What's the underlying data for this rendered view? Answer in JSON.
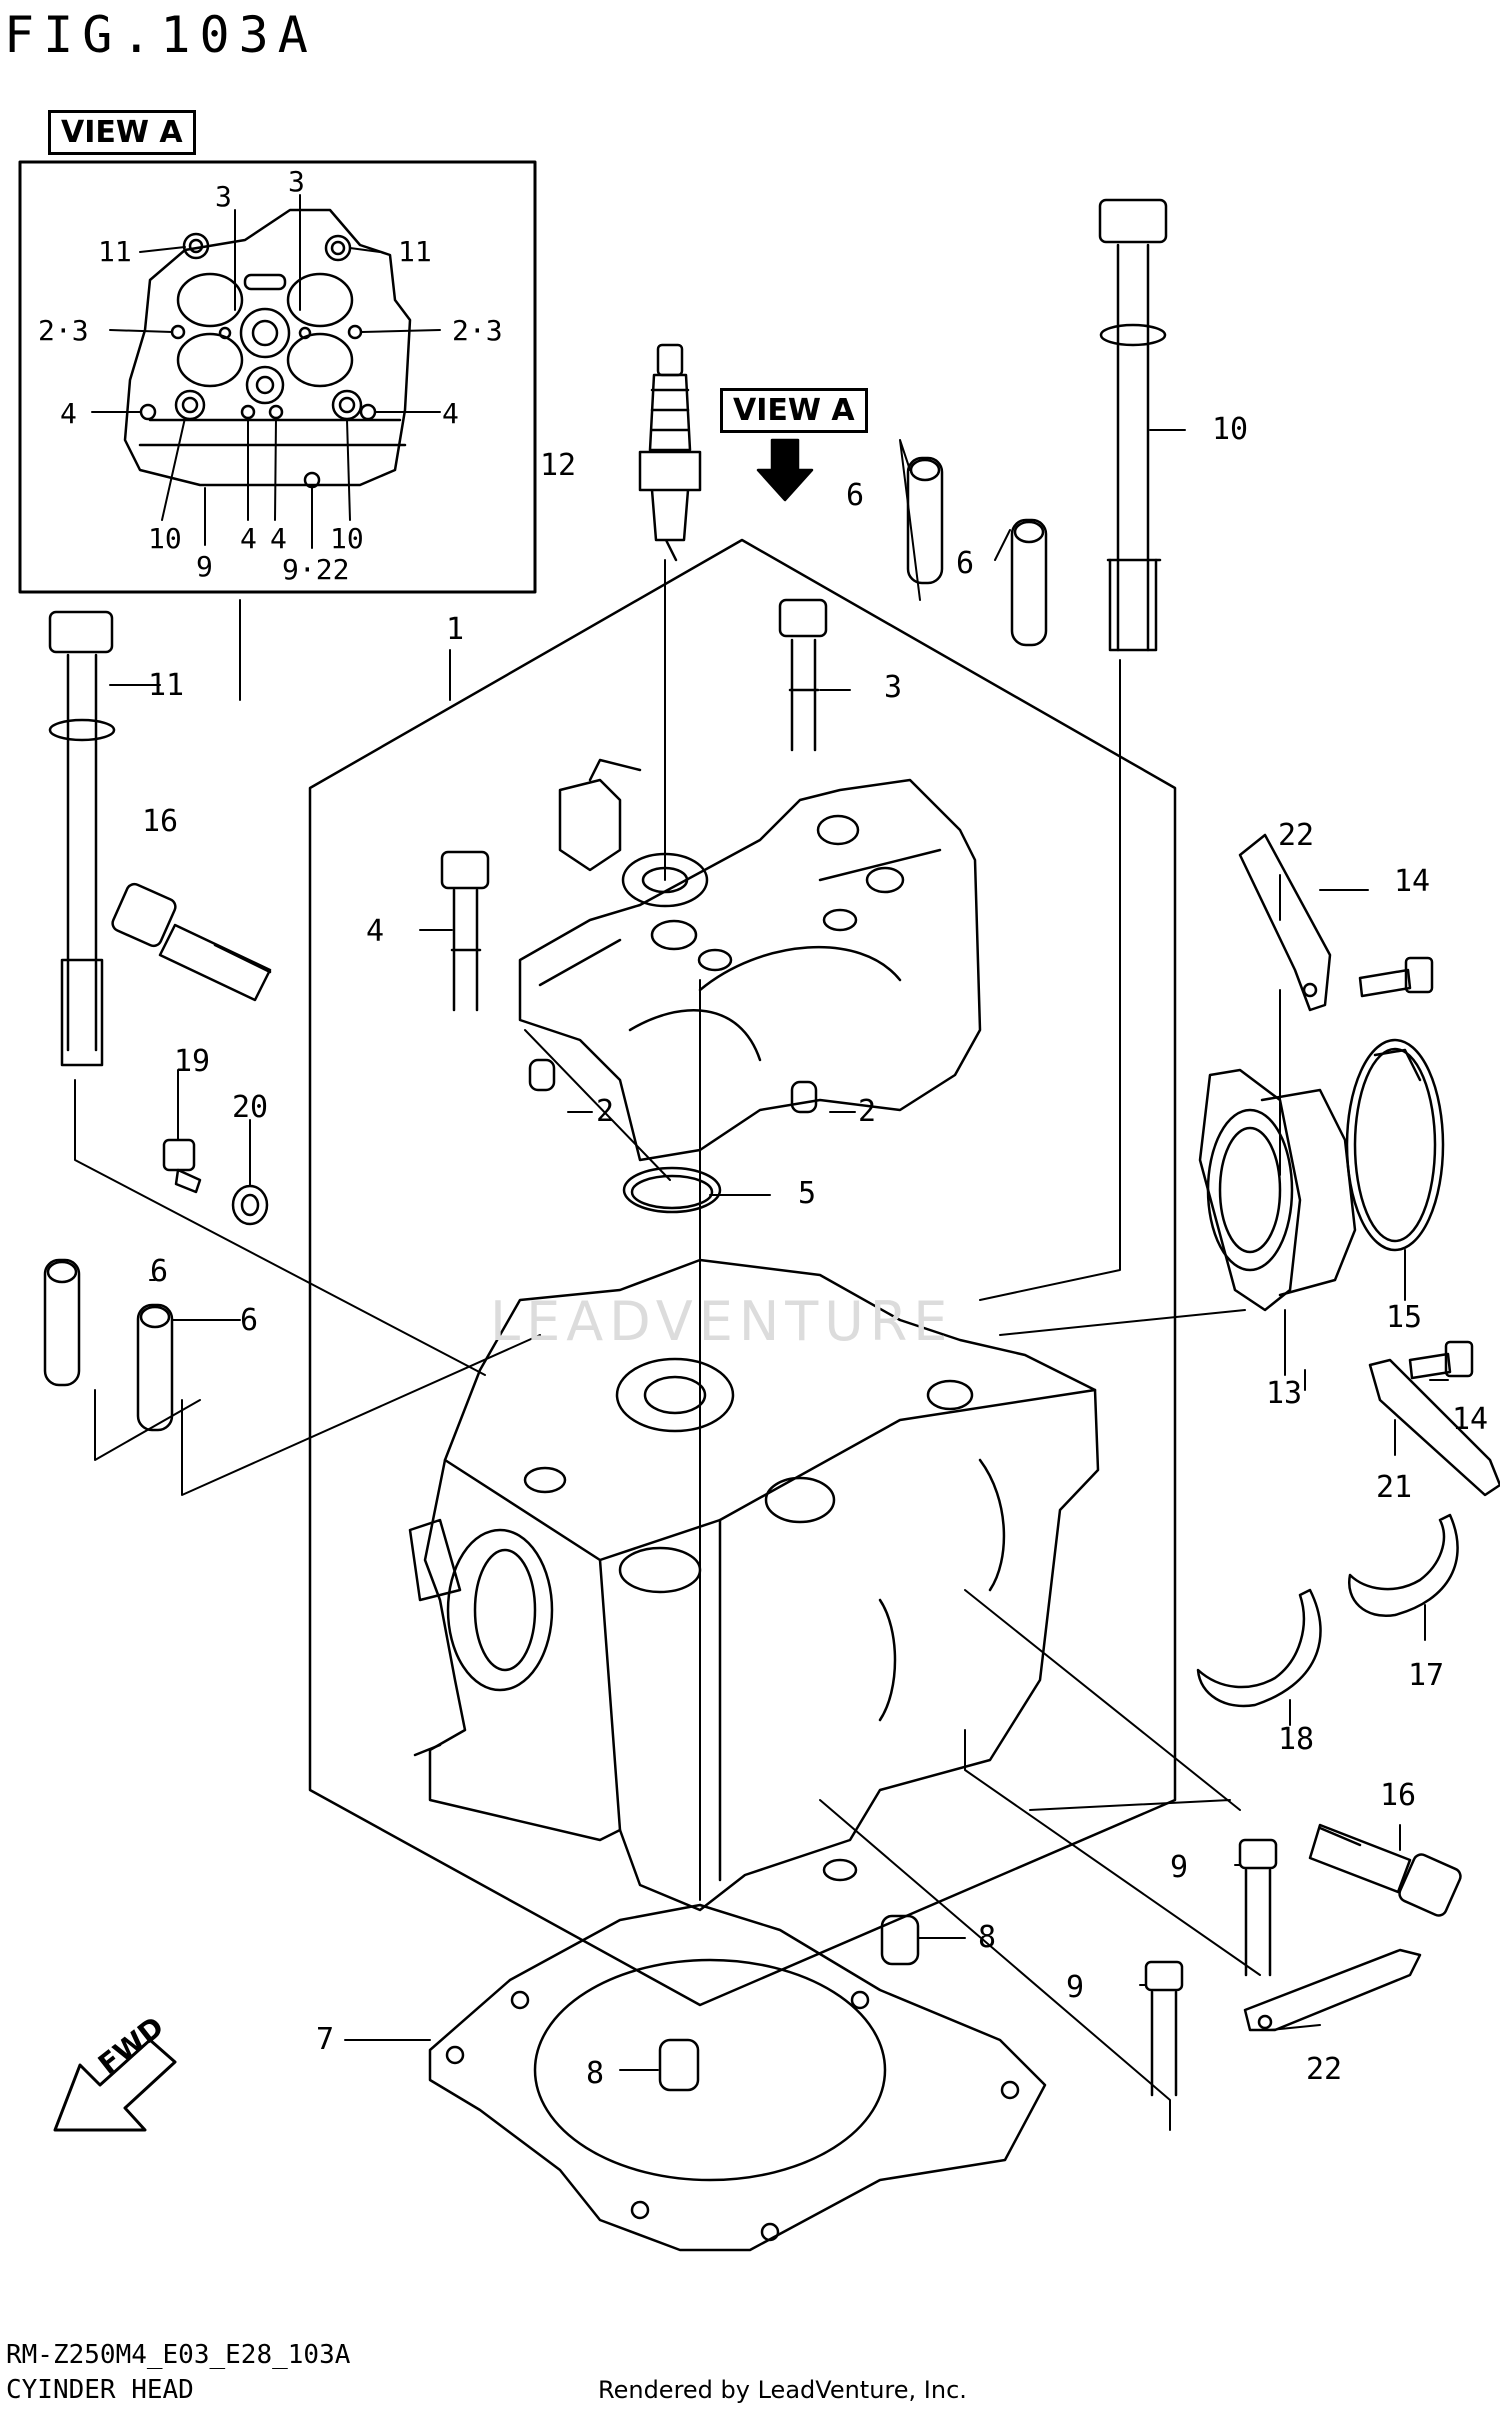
{
  "figure": {
    "title": "FIG.103A",
    "view_label": "VIEW A",
    "view_arrow_label": "VIEW A",
    "direction_label": "FWD",
    "diagram_code": "RM-Z250M4_E03_E28_103A",
    "diagram_name": "CYINDER HEAD",
    "credit": "Rendered by LeadVenture, Inc.",
    "watermark": "LEADVENTURE"
  },
  "inset_callouts": {
    "c3_left": "3",
    "c3_right": "3",
    "c11_left": "11",
    "c11_right": "11",
    "c23_left": "2·3",
    "c23_right": "2·3",
    "c4_left": "4",
    "c4_right": "4",
    "c10_a": "10",
    "c4_a": "4",
    "c4_b": "4",
    "c10_b": "10",
    "c9": "9",
    "c9_22": "9·22"
  },
  "callouts": {
    "p1": "1",
    "p2_left": "2",
    "p2_right": "2",
    "p3": "3",
    "p4": "4",
    "p5": "5",
    "p6_top_left": "6",
    "p6_top_right": "6",
    "p6_low_a": "6",
    "p6_low_b": "6",
    "p7": "7",
    "p8_right": "8",
    "p8_left": "8",
    "p9_a": "9",
    "p9_b": "9",
    "p10": "10",
    "p11": "11",
    "p12": "12",
    "p13": "13",
    "p14_top": "14",
    "p14_low": "14",
    "p15": "15",
    "p16_left": "16",
    "p16_right": "16",
    "p17": "17",
    "p18": "18",
    "p19": "19",
    "p20": "20",
    "p21": "21",
    "p22_top": "22",
    "p22_low": "22"
  },
  "colors": {
    "ink": "#000000",
    "paper": "#ffffff",
    "watermark": "#dcdcdc"
  }
}
